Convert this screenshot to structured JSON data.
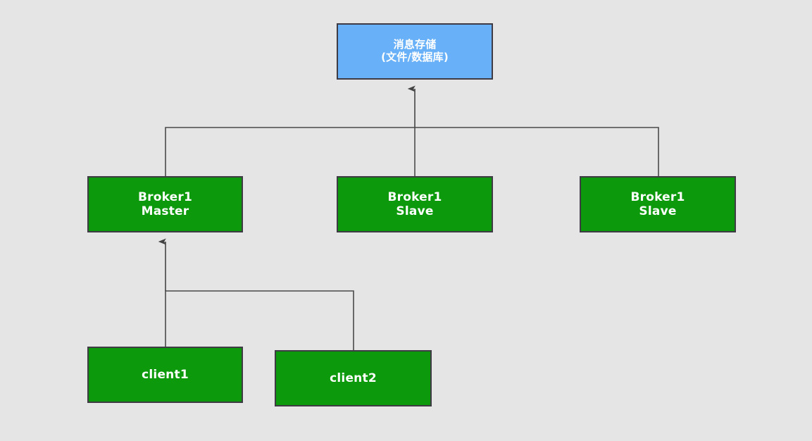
{
  "diagram": {
    "type": "flow-architecture",
    "background_color": "#e5e5e5",
    "storage_color": "#68b0f7",
    "node_color": "#0c9a0c",
    "border_color": "#3f3b45",
    "edge_color": "#4a4a4a",
    "label_color": "#ffffff",
    "storage": {
      "name": "message-storage",
      "line1": "消息存储",
      "line2": "(文件/数据库)"
    },
    "brokers": [
      {
        "name": "broker1-master",
        "line1": "Broker1",
        "line2": "Master"
      },
      {
        "name": "broker1-slave-1",
        "line1": "Broker1",
        "line2": "Slave"
      },
      {
        "name": "broker1-slave-2",
        "line1": "Broker1",
        "line2": "Slave"
      }
    ],
    "clients": [
      {
        "name": "client1",
        "line1": "client1"
      },
      {
        "name": "client2",
        "line1": "client2"
      }
    ]
  }
}
